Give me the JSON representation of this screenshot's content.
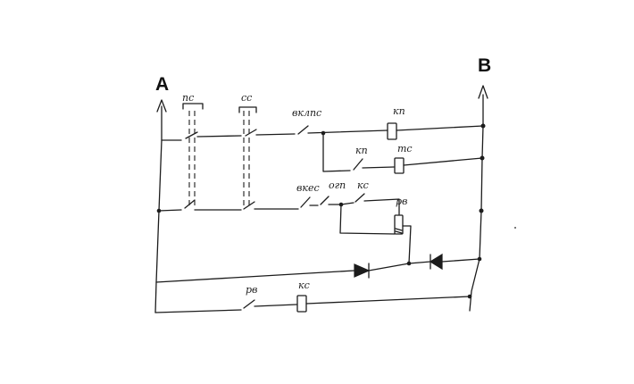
{
  "diagram": {
    "bus_left_label": "A",
    "bus_right_label": "B",
    "labels": {
      "ps": "пс",
      "ss": "сс",
      "vklps": "вклпс",
      "kp_coil": "кп",
      "kp_contact": "кп",
      "ts": "тс",
      "vkss": "вкес",
      "ogp": "огп",
      "ks_contact": "кс",
      "rv_coil": "рв",
      "rv_contact": "рв",
      "ks_coil": "кс"
    }
  }
}
